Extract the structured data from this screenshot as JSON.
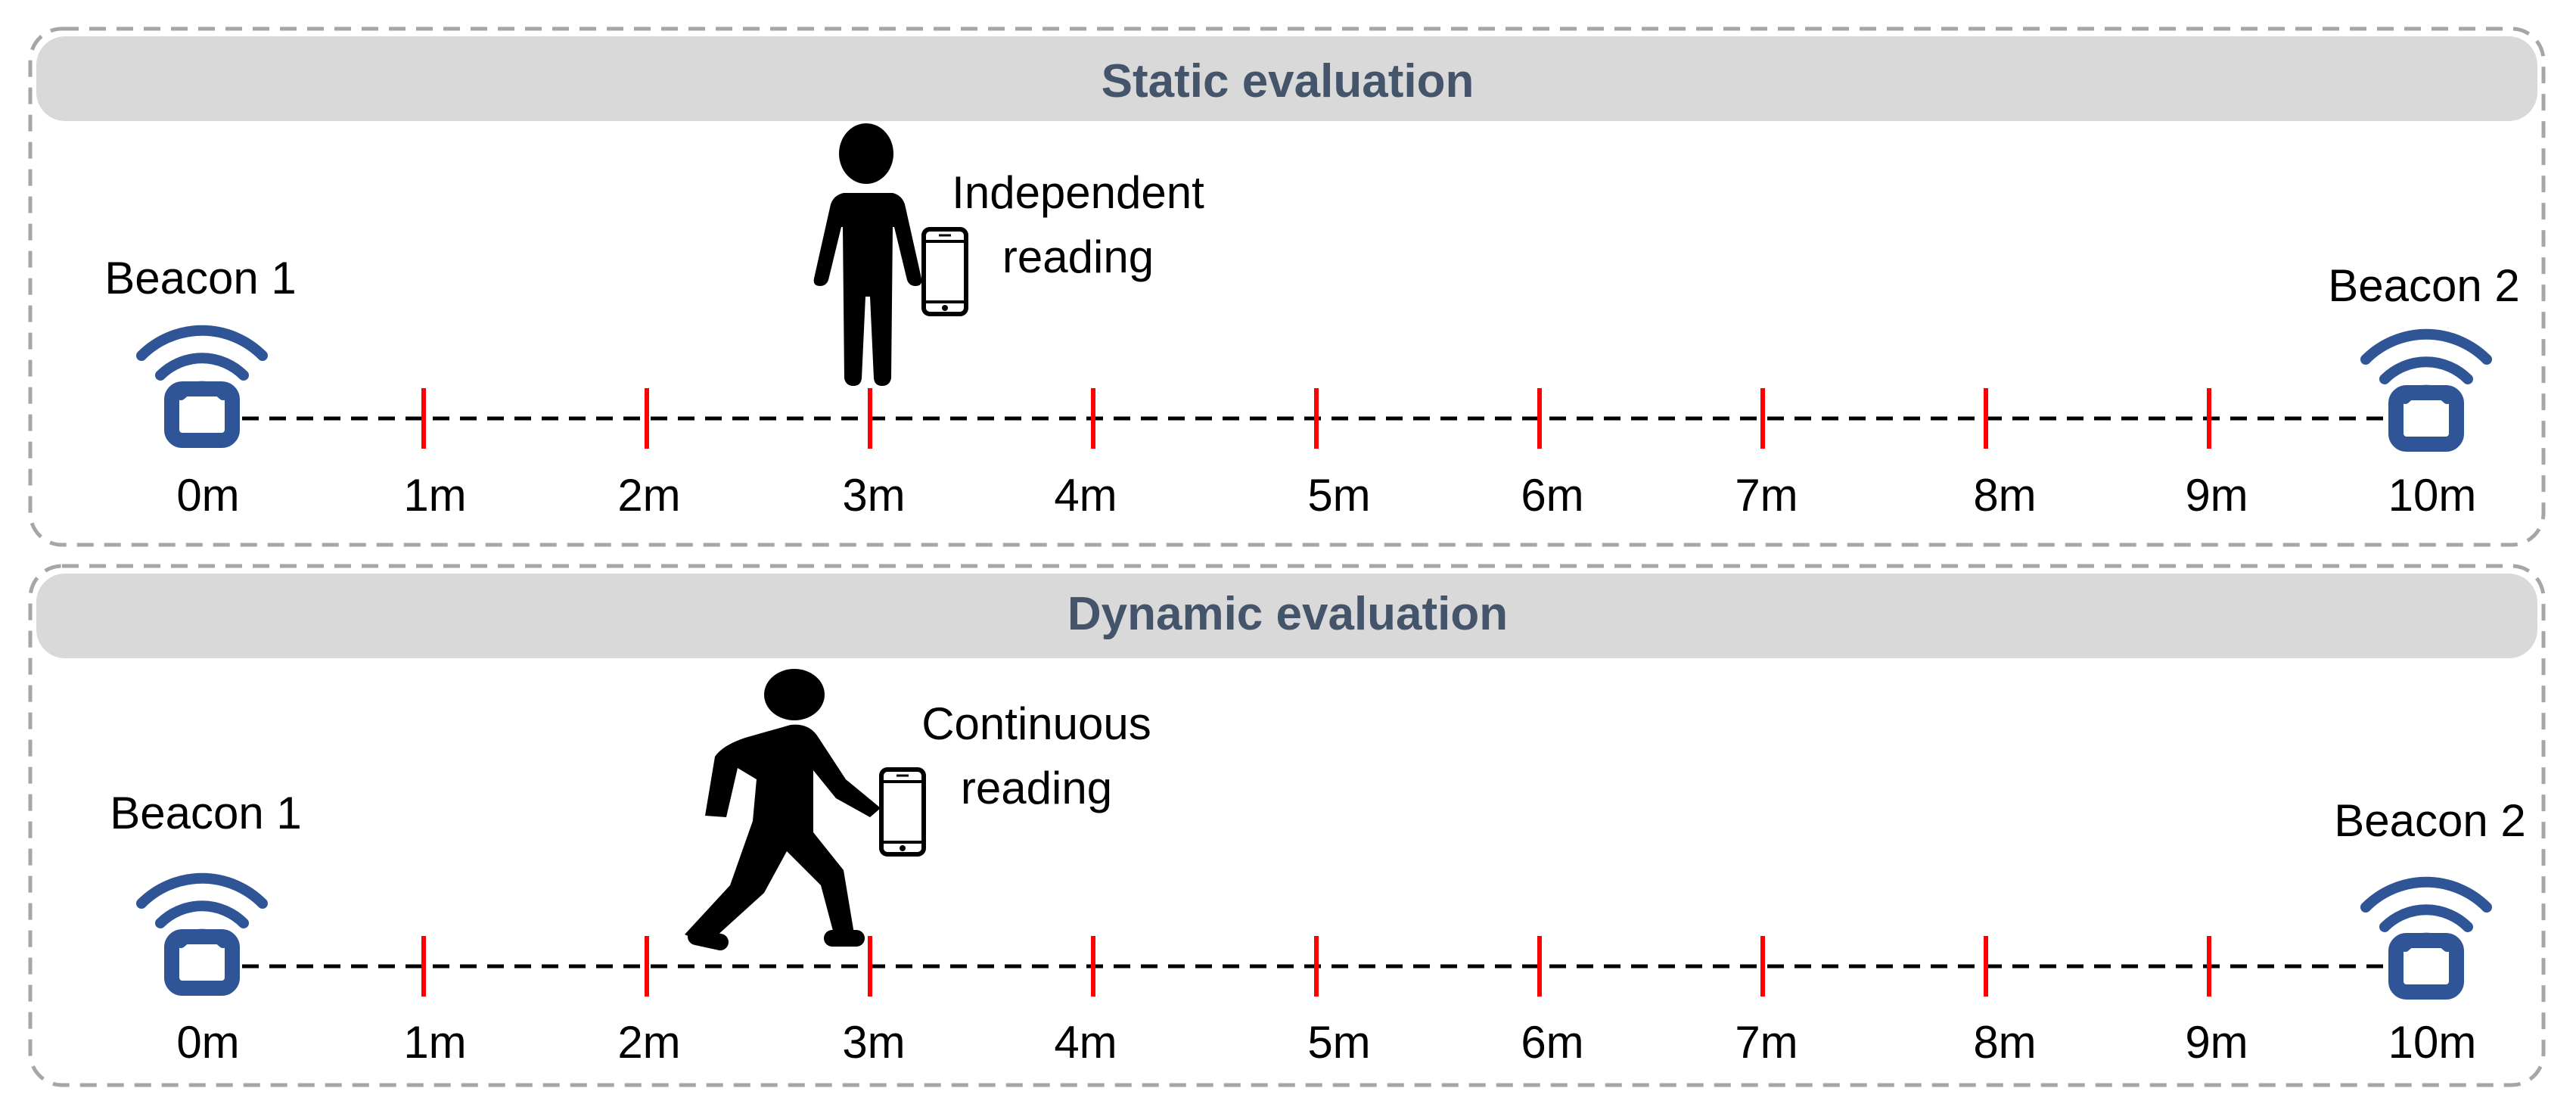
{
  "colors": {
    "header_bg": "#D9D9D9",
    "header_text": "#44546A",
    "beacon": "#2F5597",
    "tick": "#FF0000",
    "panel_border": "#A6A6A6",
    "figure": "#000000"
  },
  "panels": [
    {
      "title": "Static evaluation",
      "beacon_left": "Beacon 1",
      "beacon_right": "Beacon 2",
      "reading_line1": "Independent",
      "reading_line2": "reading",
      "figure": "standing-person-icon",
      "person_position_m": 3
    },
    {
      "title": "Dynamic evaluation",
      "beacon_left": "Beacon 1",
      "beacon_right": "Beacon 2",
      "reading_line1": "Continuous",
      "reading_line2": "reading",
      "figure": "walking-person-icon",
      "person_position_m": 2.7
    }
  ],
  "distance_labels": [
    "0m",
    "1m",
    "2m",
    "3m",
    "4m",
    "5m",
    "6m",
    "7m",
    "8m",
    "9m",
    "10m"
  ]
}
